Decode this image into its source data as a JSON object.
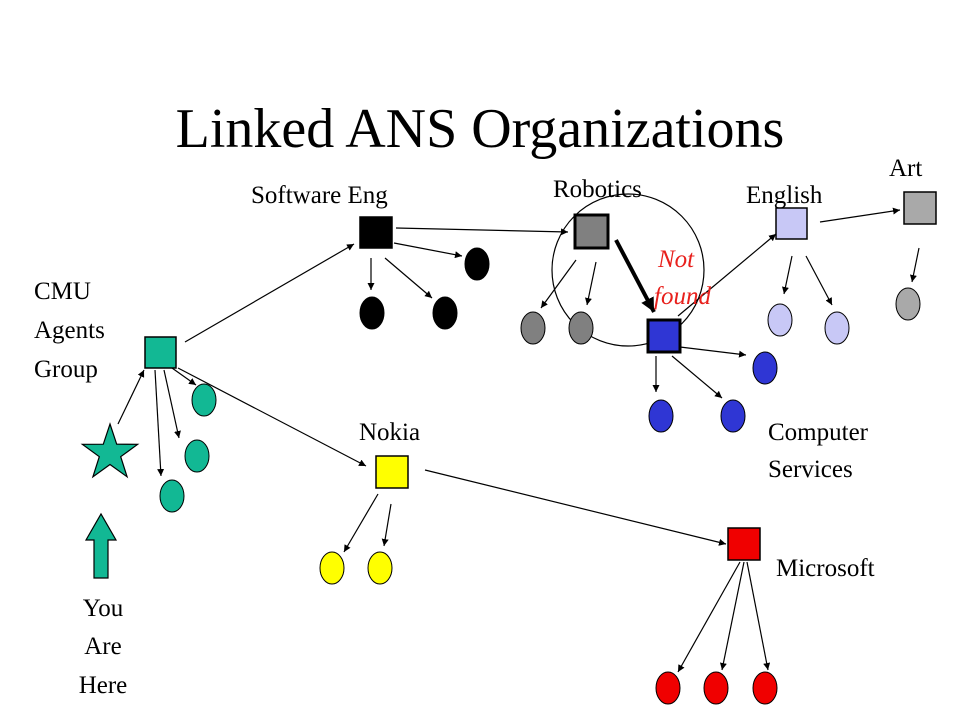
{
  "title": "Linked ANS Organizations",
  "labels": {
    "cmu": [
      "CMU",
      "Agents",
      "Group"
    ],
    "software_eng": "Software Eng",
    "robotics": "Robotics",
    "english": "English",
    "art": "Art",
    "nokia": "Nokia",
    "computer_services": [
      "Computer",
      "Services"
    ],
    "microsoft": "Microsoft",
    "you_are_here": [
      "You",
      "Are",
      "Here"
    ],
    "not_found": [
      "Not",
      "found"
    ]
  },
  "colors": {
    "cmu": "#12b894",
    "software_eng": "#000000",
    "robotics": "#808080",
    "computer_services": "#2f36d4",
    "english": "#c8c8f6",
    "art": "#a9a9a9",
    "nokia": "#ffff00",
    "microsoft": "#f00000",
    "not_found": "#e8201c"
  }
}
